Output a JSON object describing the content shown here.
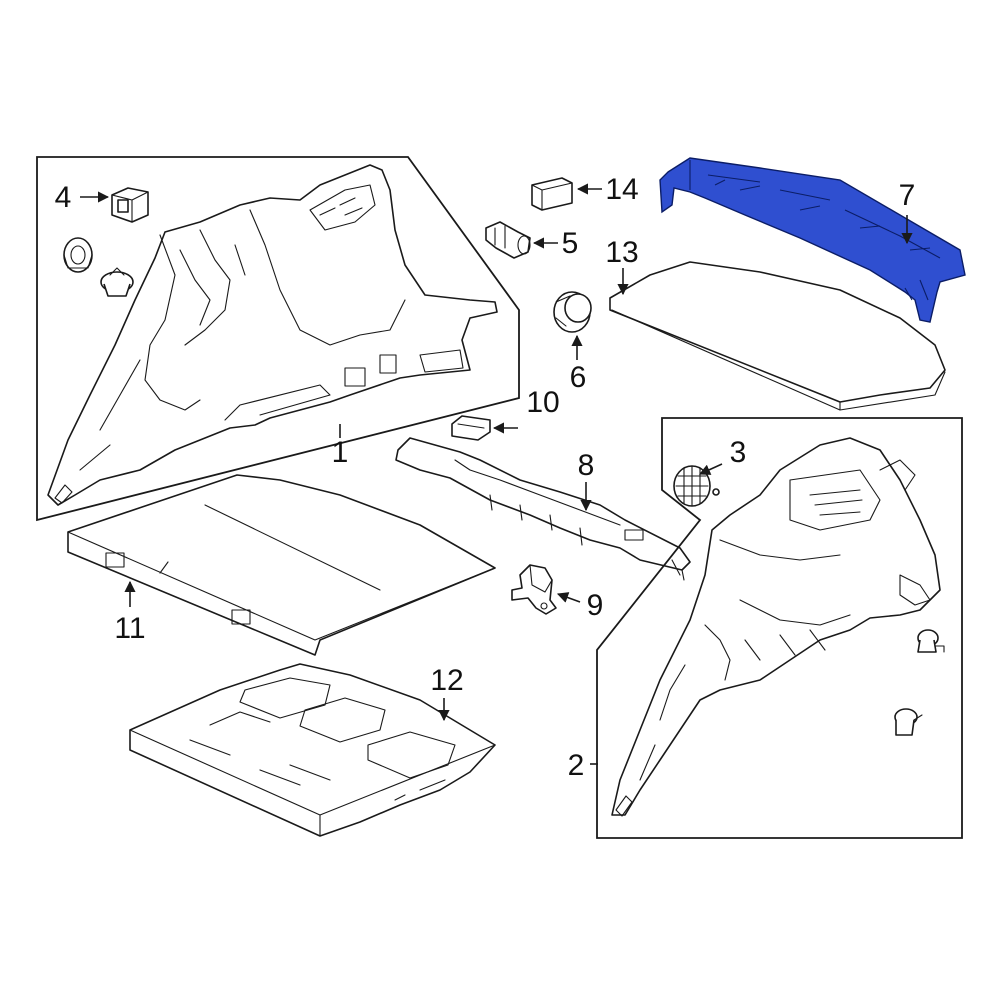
{
  "diagram": {
    "highlight_color": "#2f4fd0",
    "line_color": "#1a1a1a",
    "background": "#ffffff",
    "callouts": [
      {
        "id": "1",
        "label": "1"
      },
      {
        "id": "2",
        "label": "2"
      },
      {
        "id": "3",
        "label": "3"
      },
      {
        "id": "4",
        "label": "4"
      },
      {
        "id": "5",
        "label": "5"
      },
      {
        "id": "6",
        "label": "6"
      },
      {
        "id": "7",
        "label": "7"
      },
      {
        "id": "8",
        "label": "8"
      },
      {
        "id": "9",
        "label": "9"
      },
      {
        "id": "10",
        "label": "10"
      },
      {
        "id": "11",
        "label": "11"
      },
      {
        "id": "12",
        "label": "12"
      },
      {
        "id": "13",
        "label": "13"
      },
      {
        "id": "14",
        "label": "14"
      }
    ],
    "highlighted_part": "7"
  }
}
